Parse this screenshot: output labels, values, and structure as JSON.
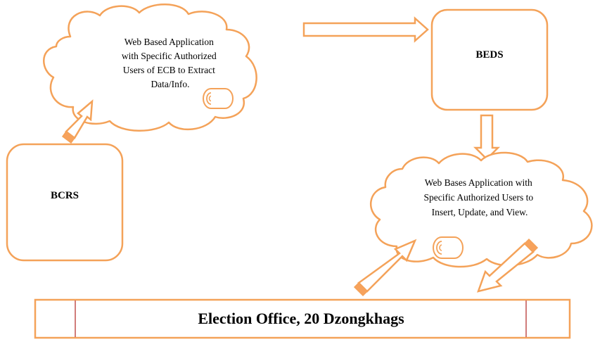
{
  "colors": {
    "outline": "#F4A259",
    "accent_fill": "#F7A25C",
    "separator": "#C0504D",
    "text": "#000000",
    "background": "#FFFFFF"
  },
  "nodes": {
    "cloud_top": {
      "lines": [
        "Web Based Application",
        "with Specific Authorized",
        "Users of ECB to Extract",
        "Data/Info."
      ]
    },
    "beds": {
      "label": "BEDS"
    },
    "bcrs": {
      "label": "BCRS"
    },
    "cloud_bottom": {
      "lines": [
        "Web Bases Application with",
        "Specific Authorized Users to",
        "Insert, Update, and View."
      ]
    },
    "election_office": {
      "label": "Election Office, 20 Dzongkhags"
    }
  },
  "icons": {
    "database_top": "database-icon",
    "database_bottom": "database-icon",
    "arrows": [
      "arrow-right-icon",
      "arrow-down-icon",
      "arrow-up-right-icon",
      "arrow-down-left-icon"
    ]
  }
}
